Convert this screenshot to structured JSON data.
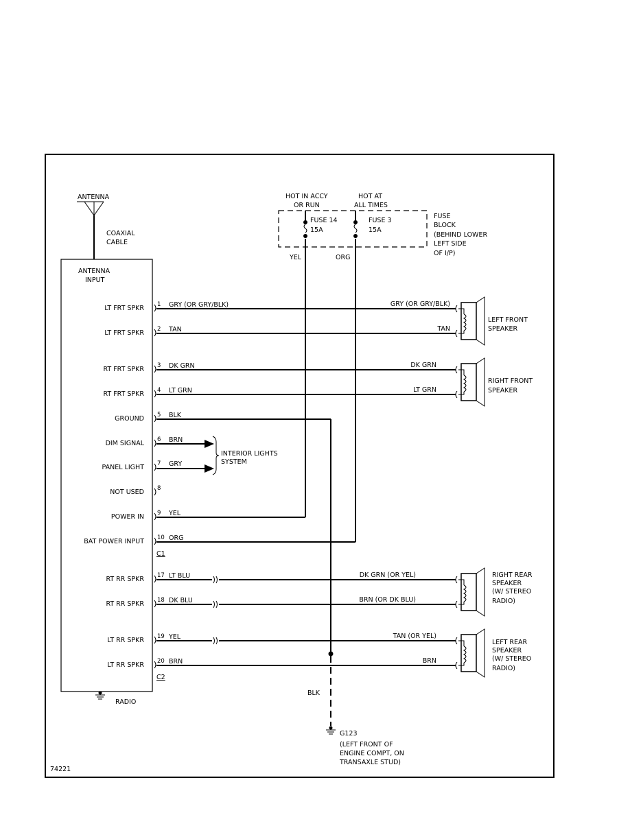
{
  "diagram_id": "74221",
  "antenna": {
    "label": "ANTENNA",
    "cable": "COAXIAL CABLE",
    "cable_lines": [
      "COAXIAL",
      "CABLE"
    ]
  },
  "radio": {
    "label": "RADIO",
    "antenna_input": [
      "ANTENNA",
      "INPUT"
    ],
    "connectors": {
      "c1": "C1",
      "c2": "C2"
    },
    "pins": [
      {
        "num": "1",
        "label": "LT FRT SPKR",
        "wire": "GRY (OR GRY/BLK)"
      },
      {
        "num": "2",
        "label": "LT FRT SPKR",
        "wire": "TAN"
      },
      {
        "num": "3",
        "label": "RT FRT SPKR",
        "wire": "DK GRN"
      },
      {
        "num": "4",
        "label": "RT FRT SPKR",
        "wire": "LT GRN"
      },
      {
        "num": "5",
        "label": "GROUND",
        "wire": "BLK"
      },
      {
        "num": "6",
        "label": "DIM SIGNAL",
        "wire": "BRN"
      },
      {
        "num": "7",
        "label": "PANEL LIGHT",
        "wire": "GRY"
      },
      {
        "num": "8",
        "label": "NOT USED",
        "wire": ""
      },
      {
        "num": "9",
        "label": "POWER IN",
        "wire": "YEL"
      },
      {
        "num": "10",
        "label": "BAT POWER INPUT",
        "wire": "ORG"
      },
      {
        "num": "17",
        "label": "RT RR SPKR",
        "wire": "LT BLU"
      },
      {
        "num": "18",
        "label": "RT RR SPKR",
        "wire": "DK BLU"
      },
      {
        "num": "19",
        "label": "LT RR SPKR",
        "wire": "YEL"
      },
      {
        "num": "20",
        "label": "LT RR SPKR",
        "wire": "BRN"
      }
    ]
  },
  "fuse_block": {
    "label_lines": [
      "FUSE",
      "BLOCK",
      "(BEHIND LOWER",
      "LEFT SIDE",
      "OF I/P)"
    ],
    "fuses": [
      {
        "hot": [
          "HOT IN ACCY",
          "OR RUN"
        ],
        "name": "FUSE 14",
        "rating": "15A",
        "wire": "YEL"
      },
      {
        "hot": [
          "HOT AT",
          "ALL TIMES"
        ],
        "name": "FUSE 3",
        "rating": "15A",
        "wire": "ORG"
      }
    ]
  },
  "far_wires": {
    "lf1": "GRY (OR GRY/BLK)",
    "lf2": "TAN",
    "rf1": "DK GRN",
    "rf2": "LT GRN",
    "rr1": "DK GRN (OR YEL)",
    "rr2": "BRN (OR DK BLU)",
    "lr1": "TAN (OR YEL)",
    "lr2": "BRN"
  },
  "speakers": [
    {
      "lines": [
        "LEFT FRONT",
        "SPEAKER"
      ]
    },
    {
      "lines": [
        "RIGHT FRONT",
        "SPEAKER"
      ]
    },
    {
      "lines": [
        "RIGHT REAR",
        "SPEAKER",
        "(W/ STEREO",
        "RADIO)"
      ]
    },
    {
      "lines": [
        "LEFT REAR",
        "SPEAKER",
        "(W/ STEREO",
        "RADIO)"
      ]
    }
  ],
  "interior_lights": [
    "INTERIOR LIGHTS",
    "SYSTEM"
  ],
  "ground": {
    "wire": "BLK",
    "lines": [
      "G123",
      "(LEFT FRONT OF",
      "ENGINE COMPT, ON",
      "TRANSAXLE STUD)"
    ]
  }
}
